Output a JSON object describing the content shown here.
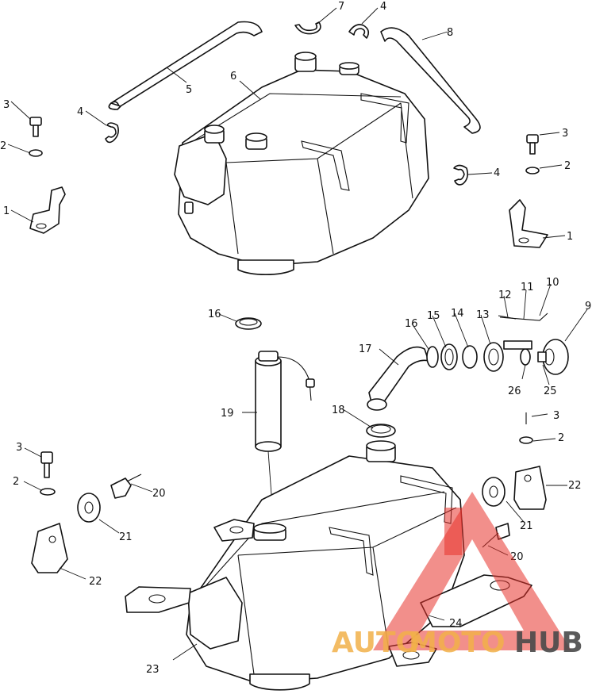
{
  "callouts": {
    "c1a": "1",
    "c1b": "1",
    "c2a": "2",
    "c2b": "2",
    "c2c": "2",
    "c2d": "2",
    "c3a": "3",
    "c3b": "3",
    "c3c": "3",
    "c3d": "3",
    "c4a": "4",
    "c4b": "4",
    "c4c": "4",
    "c5": "5",
    "c6": "6",
    "c7": "7",
    "c8": "8",
    "c9": "9",
    "c10": "10",
    "c11": "11",
    "c12": "12",
    "c13": "13",
    "c14": "14",
    "c15": "15",
    "c16a": "16",
    "c16b": "16",
    "c17": "17",
    "c18": "18",
    "c19": "19",
    "c20a": "20",
    "c20b": "20",
    "c21a": "21",
    "c21b": "21",
    "c22a": "22",
    "c22b": "22",
    "c23": "23",
    "c24": "24",
    "c25": "25",
    "c26": "26"
  },
  "watermark": {
    "part1": "AUTO",
    "part2": "MOTO",
    "part3": "HUB",
    "colors": {
      "triangle": "#e8332b",
      "auto": "#f2b14a",
      "hub": "#4a4a4a"
    }
  }
}
